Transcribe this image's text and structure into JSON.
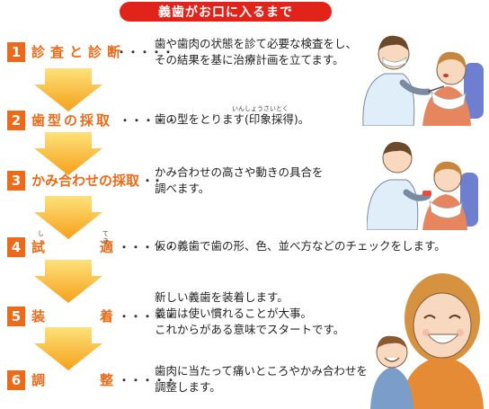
{
  "title": "義歯がお口に入るまで",
  "steps": [
    {
      "num": "1",
      "label": "診査と診断",
      "desc_lines": [
        "歯や歯肉の状態を診て必要な検査をし、",
        "その結果を基に治療計画を立てます。"
      ]
    },
    {
      "num": "2",
      "label": "歯型の採取",
      "desc_lines": [
        "歯の型をとります(印象採得)。"
      ],
      "desc_ruby": "いんしょうさいとく"
    },
    {
      "num": "3",
      "label": "かみ合わせの採取",
      "desc_lines": [
        "かみ合わせの高さや動きの具合を",
        "調べます。"
      ]
    },
    {
      "num": "4",
      "label_chars": [
        "試",
        "適"
      ],
      "ruby": [
        "し",
        "てき"
      ],
      "desc_lines": [
        "仮の義歯で歯の形、色、並べ方などのチェックをします。"
      ]
    },
    {
      "num": "5",
      "label_chars": [
        "装",
        "着"
      ],
      "desc_lines": [
        "新しい義歯を装着します。",
        "義歯は使い慣れることが大事。",
        "これからがある意味でスタートです。"
      ]
    },
    {
      "num": "6",
      "label_chars": [
        "調",
        "整"
      ],
      "desc_lines": [
        "歯肉に当たって痛いところやかみ合わせを",
        "調整します。"
      ]
    }
  ],
  "dots": "・・・・・",
  "colors": {
    "title_bg": "#e2231a",
    "accent": "#ec6a18",
    "arrow_top": "#fbd24a",
    "arrow_bottom": "#f7a21b"
  },
  "illustrations": [
    "dentist-examining-patient",
    "dentist-fitting-patient",
    "smiling-elderly-couple"
  ]
}
